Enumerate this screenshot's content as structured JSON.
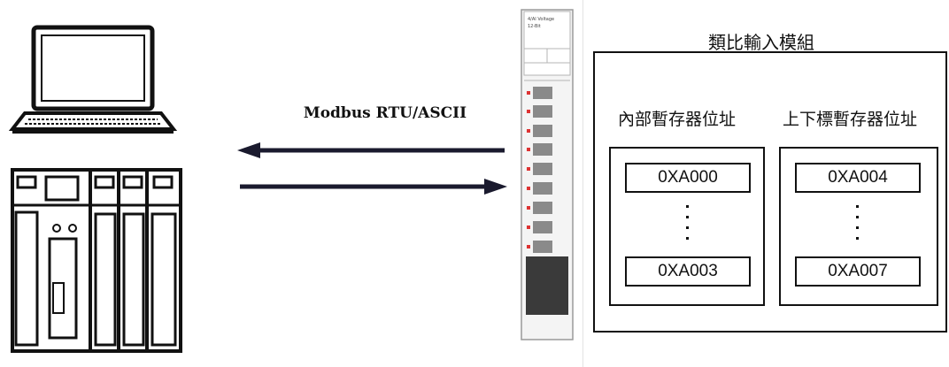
{
  "link": {
    "protocol": "Modbus RTU/ASCII"
  },
  "module": {
    "title": "類比輸入模組",
    "device_header": "4/AI Voltage"
  },
  "registers": {
    "internal": {
      "label": "內部暫存器位址",
      "start": "0XA000",
      "end": "0XA003"
    },
    "bounds": {
      "label": "上下標暫存器位址",
      "start": "0XA004",
      "end": "0XA007"
    }
  }
}
